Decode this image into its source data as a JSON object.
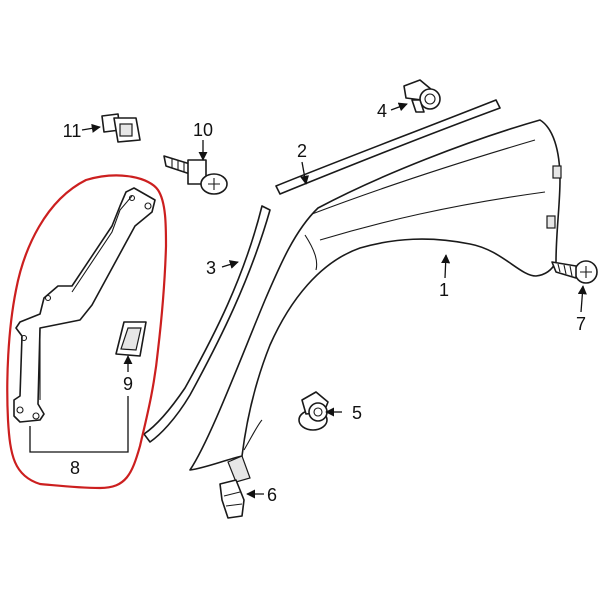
{
  "diagram": {
    "callouts": {
      "c1": "1",
      "c2": "2",
      "c3": "3",
      "c4": "4",
      "c5": "5",
      "c6": "6",
      "c7": "7",
      "c8": "8",
      "c9": "9",
      "c10": "10",
      "c11": "11"
    },
    "highlight_color": "#cc1f1f"
  }
}
